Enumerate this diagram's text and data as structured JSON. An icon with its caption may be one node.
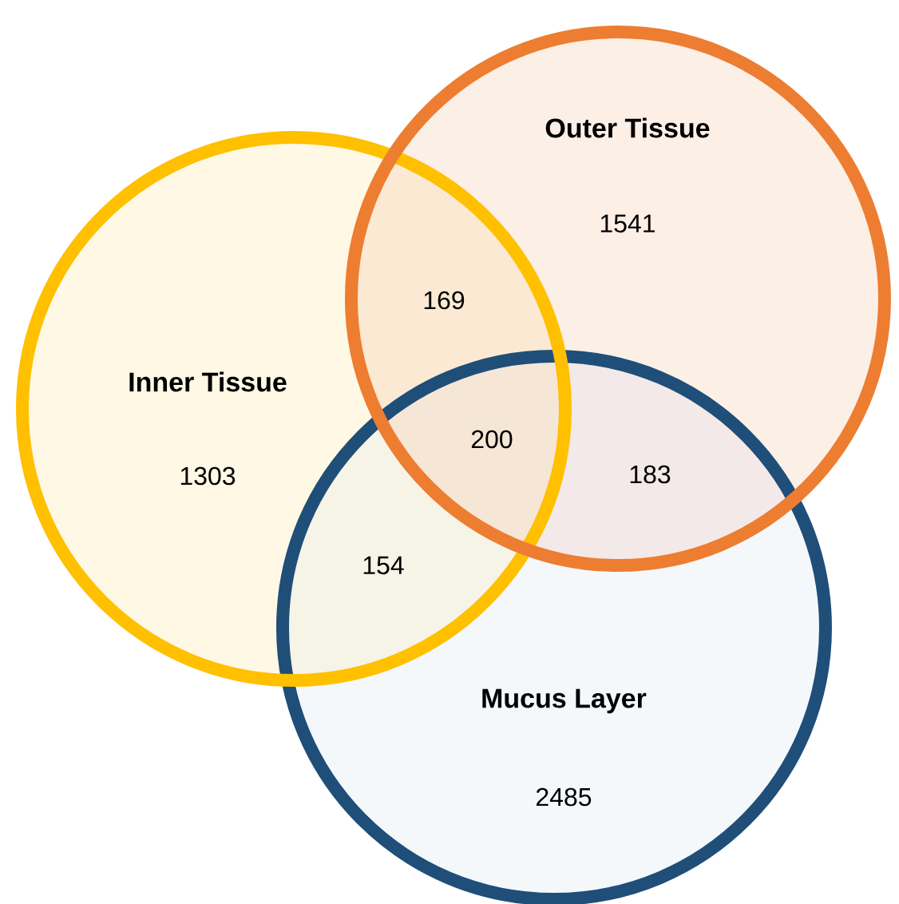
{
  "diagram": {
    "nodes": [
      {
        "text": [
          "Outer Tissue",
          "1541"
        ]
      },
      {
        "text": [
          "Inner Tissue",
          "1303"
        ]
      },
      {
        "text": [
          "Mucus Layer",
          "2485"
        ]
      }
    ],
    "labels": [
      "169",
      "200",
      "183",
      "154"
    ]
  }
}
